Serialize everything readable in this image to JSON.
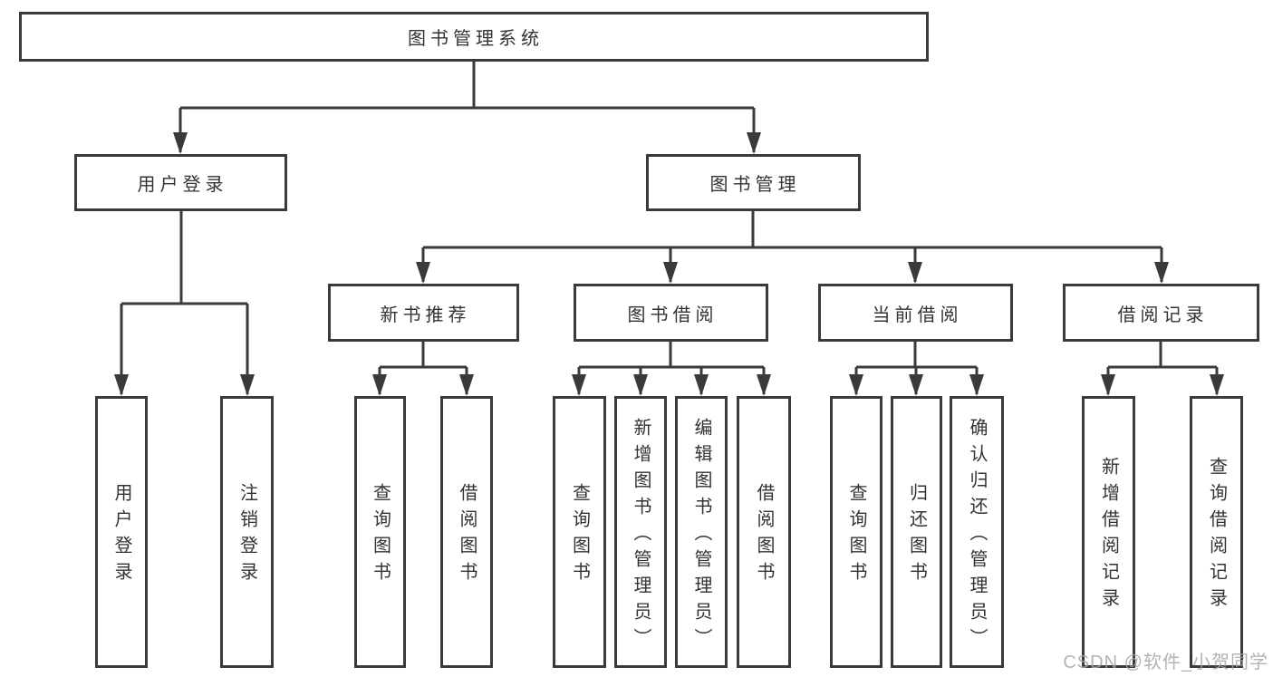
{
  "diagram": {
    "root": "图书管理系统",
    "user_branch": {
      "label": "用户登录",
      "children": [
        "用户登录",
        "注销登录"
      ]
    },
    "book_branch": {
      "label": "图书管理",
      "groups": [
        {
          "label": "新书推荐",
          "children": [
            "查询图书",
            "借阅图书"
          ]
        },
        {
          "label": "图书借阅",
          "children": [
            "查询图书",
            "新增图书（管理员）",
            "编辑图书（管理员）",
            "借阅图书"
          ]
        },
        {
          "label": "当前借阅",
          "children": [
            "查询图书",
            "归还图书",
            "确认归还（管理员）"
          ]
        },
        {
          "label": "借阅记录",
          "children": [
            "新增借阅记录",
            "查询借阅记录"
          ]
        }
      ]
    },
    "watermark": "CSDN @软件_小贺同学",
    "colors": {
      "line": "#3a3a3a",
      "box_fill": "#ffffff",
      "text": "#333333",
      "watermark": "#a6a6a6"
    }
  }
}
